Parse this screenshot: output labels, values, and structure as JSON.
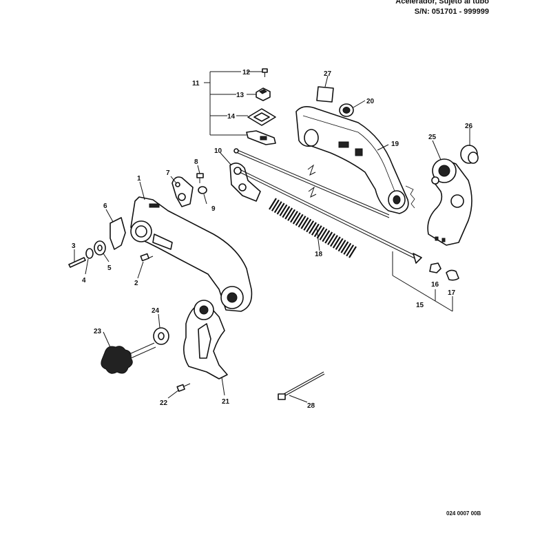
{
  "header": {
    "line1": "Acelerador, Sujeto al tubo",
    "line2": "S/N: 051701 - 999999"
  },
  "drawing_code": "024 0007 00B",
  "callouts": {
    "c1": "1",
    "c2": "2",
    "c3": "3",
    "c4": "4",
    "c5": "5",
    "c6": "6",
    "c7": "7",
    "c8": "8",
    "c9": "9",
    "c10": "10",
    "c11": "11",
    "c12": "12",
    "c13": "13",
    "c14": "14",
    "c15": "15",
    "c16": "16",
    "c17": "17",
    "c18": "18",
    "c19": "19",
    "c20": "20",
    "c21": "21",
    "c22": "22",
    "c23": "23",
    "c24": "24",
    "c25": "25",
    "c26": "26",
    "c27": "27",
    "c28": "28"
  }
}
